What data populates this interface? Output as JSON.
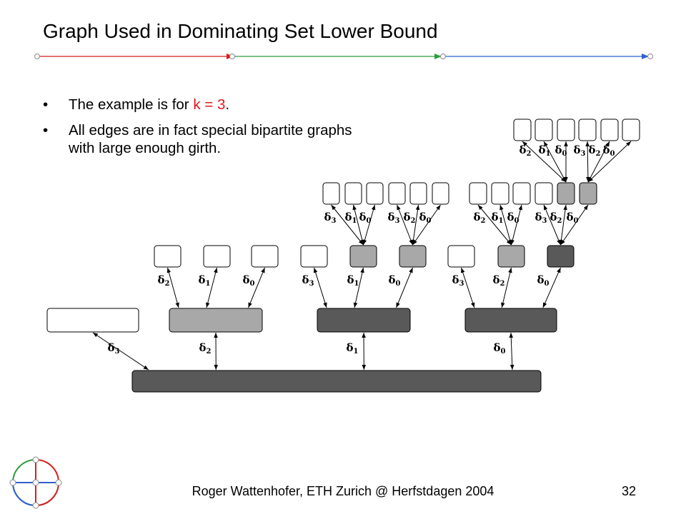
{
  "slide": {
    "title": "Graph Used in Dominating Set Lower Bound",
    "bullets": [
      {
        "parts": [
          "The example is for ",
          "k = 3",
          "."
        ]
      },
      {
        "lines": [
          "All edges are in fact special bipartite graphs",
          "with large enough girth."
        ]
      }
    ],
    "bullet_symbol": "•",
    "footer": "Roger Wattenhofer, ETH Zurich @ Herfstdagen 2004",
    "page_number": "32",
    "colors": {
      "accent_red": "#e0141c",
      "rule_red": "#d81e1e",
      "rule_green": "#2e9e3e",
      "rule_blue": "#2f5fd0",
      "dark_node": "#595959",
      "mid_node": "#a8a8a8"
    }
  },
  "diagram": {
    "delta": "δ",
    "nodes": [
      {
        "id": "root",
        "shade": "dark"
      },
      {
        "id": "w0",
        "shade": "white"
      },
      {
        "id": "m2",
        "shade": "mid"
      },
      {
        "id": "m1",
        "shade": "dark"
      },
      {
        "id": "m0",
        "shade": "dark"
      },
      {
        "id": "a2",
        "shade": "white"
      },
      {
        "id": "a1",
        "shade": "white"
      },
      {
        "id": "a0",
        "shade": "white"
      },
      {
        "id": "b3",
        "shade": "white"
      },
      {
        "id": "b1",
        "shade": "mid"
      },
      {
        "id": "b0",
        "shade": "mid"
      },
      {
        "id": "c3",
        "shade": "white"
      },
      {
        "id": "c2",
        "shade": "mid"
      },
      {
        "id": "c0",
        "shade": "dark"
      },
      {
        "id": "d1",
        "shade": "white"
      },
      {
        "id": "d2",
        "shade": "white"
      },
      {
        "id": "d3",
        "shade": "white"
      },
      {
        "id": "d4",
        "shade": "white"
      },
      {
        "id": "d5",
        "shade": "white"
      },
      {
        "id": "d6",
        "shade": "white"
      },
      {
        "id": "e1",
        "shade": "white"
      },
      {
        "id": "e2",
        "shade": "white"
      },
      {
        "id": "e3",
        "shade": "white"
      },
      {
        "id": "e4",
        "shade": "white"
      },
      {
        "id": "e5",
        "shade": "mid"
      },
      {
        "id": "e6",
        "shade": "mid"
      },
      {
        "id": "f1",
        "shade": "white"
      },
      {
        "id": "f2",
        "shade": "white"
      },
      {
        "id": "f3",
        "shade": "white"
      },
      {
        "id": "f4",
        "shade": "white"
      },
      {
        "id": "f5",
        "shade": "white"
      },
      {
        "id": "f6",
        "shade": "white"
      }
    ],
    "edges": [
      {
        "from": "root",
        "to": "w0",
        "sub": "3"
      },
      {
        "from": "root",
        "to": "m2",
        "sub": "2"
      },
      {
        "from": "root",
        "to": "m1",
        "sub": "1"
      },
      {
        "from": "root",
        "to": "m0",
        "sub": "0"
      },
      {
        "from": "m2",
        "to": "a2",
        "sub": "2"
      },
      {
        "from": "m2",
        "to": "a1",
        "sub": "1"
      },
      {
        "from": "m2",
        "to": "a0",
        "sub": "0"
      },
      {
        "from": "m1",
        "to": "b3",
        "sub": "3"
      },
      {
        "from": "m1",
        "to": "b1",
        "sub": "1"
      },
      {
        "from": "m1",
        "to": "b0",
        "sub": "0"
      },
      {
        "from": "m0",
        "to": "c3",
        "sub": "3"
      },
      {
        "from": "m0",
        "to": "c2",
        "sub": "2"
      },
      {
        "from": "m0",
        "to": "c0",
        "sub": "0"
      },
      {
        "from": "b1",
        "to": "d1",
        "sub": "3"
      },
      {
        "from": "b1",
        "to": "d2",
        "sub": "1"
      },
      {
        "from": "b1",
        "to": "d3",
        "sub": "0"
      },
      {
        "from": "b0",
        "to": "d4",
        "sub": "3"
      },
      {
        "from": "b0",
        "to": "d5",
        "sub": "2"
      },
      {
        "from": "b0",
        "to": "d6",
        "sub": "0"
      },
      {
        "from": "c2",
        "to": "e1",
        "sub": "2"
      },
      {
        "from": "c2",
        "to": "e2",
        "sub": "1"
      },
      {
        "from": "c2",
        "to": "e3",
        "sub": "0"
      },
      {
        "from": "c0",
        "to": "e4",
        "sub": "3"
      },
      {
        "from": "c0",
        "to": "e5",
        "sub": "2"
      },
      {
        "from": "c0",
        "to": "e6",
        "sub": "0"
      },
      {
        "from": "e5",
        "to": "f1",
        "sub": "2"
      },
      {
        "from": "e5",
        "to": "f2",
        "sub": "1"
      },
      {
        "from": "e5",
        "to": "f3",
        "sub": "0"
      },
      {
        "from": "e6",
        "to": "f4",
        "sub": "3"
      },
      {
        "from": "e6",
        "to": "f5",
        "sub": "2"
      },
      {
        "from": "e6",
        "to": "f6",
        "sub": "0"
      }
    ]
  }
}
